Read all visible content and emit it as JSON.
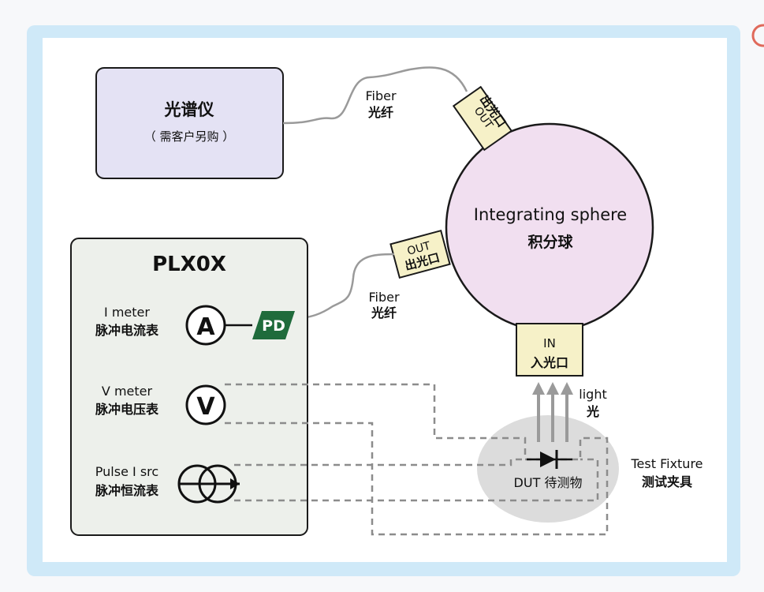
{
  "spectrometer": {
    "title": "光谱仪",
    "note": "（ 需客户另购 ）"
  },
  "plx": {
    "title": "PLX0X",
    "i_meter": {
      "en": "I meter",
      "zh": "脉冲电流表",
      "symbol": "A"
    },
    "v_meter": {
      "en": "V meter",
      "zh": "脉冲电压表",
      "symbol": "V"
    },
    "pulse_src": {
      "en": "Pulse I src",
      "zh": "脉冲恒流表"
    }
  },
  "pd": {
    "label": "PD"
  },
  "fiber_top": {
    "en": "Fiber",
    "zh": "光纤"
  },
  "fiber_mid": {
    "en": "Fiber",
    "zh": "光纤"
  },
  "sphere": {
    "en": "Integrating sphere",
    "zh": "积分球"
  },
  "port_out_top": {
    "en": "OUT",
    "zh": "出光口"
  },
  "port_out_left": {
    "en": "OUT",
    "zh": "出光口"
  },
  "port_in": {
    "en": "IN",
    "zh": "入光口"
  },
  "light": {
    "en": "light",
    "zh": "光"
  },
  "fixture": {
    "en": "Test Fixture",
    "zh": "测试夹具"
  },
  "dut": {
    "label": "DUT 待测物"
  },
  "colors": {
    "frame": "#cfe9f8",
    "spectrometer_fill": "#e4e2f4",
    "sphere_fill": "#f1dff0",
    "port_fill": "#f6f1c8",
    "pd_fill": "#1f6b3b",
    "fixture_fill": "#dcdcdc"
  }
}
